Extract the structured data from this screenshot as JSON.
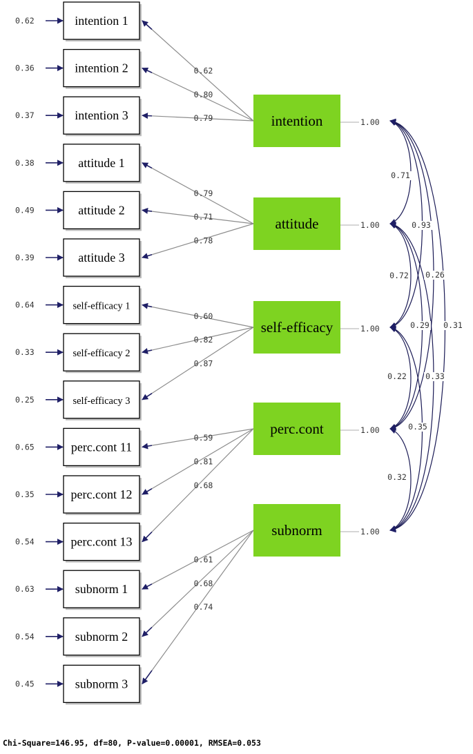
{
  "colors": {
    "latent_fill": "#7ed321",
    "arrow": "#1f1f66",
    "loading_line": "#8c8c8c"
  },
  "indicators": [
    {
      "label": "intention 1",
      "error": "0.62",
      "loading": "0.62",
      "factor": "intention"
    },
    {
      "label": "intention 2",
      "error": "0.36",
      "loading": "0.80",
      "factor": "intention"
    },
    {
      "label": "intention 3",
      "error": "0.37",
      "loading": "0.79",
      "factor": "intention"
    },
    {
      "label": "attitude 1",
      "error": "0.38",
      "loading": "0.79",
      "factor": "attitude"
    },
    {
      "label": "attitude 2",
      "error": "0.49",
      "loading": "0.71",
      "factor": "attitude"
    },
    {
      "label": "attitude 3",
      "error": "0.39",
      "loading": "0.78",
      "factor": "attitude"
    },
    {
      "label": "self-efficacy 1",
      "error": "0.64",
      "loading": "0.60",
      "factor": "self-efficacy"
    },
    {
      "label": "self-efficacy 2",
      "error": "0.33",
      "loading": "0.82",
      "factor": "self-efficacy"
    },
    {
      "label": "self-efficacy 3",
      "error": "0.25",
      "loading": "0.87",
      "factor": "self-efficacy"
    },
    {
      "label": "perc.cont 11",
      "error": "0.65",
      "loading": "0.59",
      "factor": "perc.cont"
    },
    {
      "label": "perc.cont 12",
      "error": "0.35",
      "loading": "0.81",
      "factor": "perc.cont"
    },
    {
      "label": "perc.cont 13",
      "error": "0.54",
      "loading": "0.68",
      "factor": "perc.cont"
    },
    {
      "label": "subnorm 1",
      "error": "0.63",
      "loading": "0.61",
      "factor": "subnorm"
    },
    {
      "label": "subnorm 2",
      "error": "0.54",
      "loading": "0.68",
      "factor": "subnorm"
    },
    {
      "label": "subnorm 3",
      "error": "0.45",
      "loading": "0.74",
      "factor": "subnorm"
    }
  ],
  "latents": [
    {
      "label": "intention",
      "variance": "1.00"
    },
    {
      "label": "attitude",
      "variance": "1.00"
    },
    {
      "label": "self-efficacy",
      "variance": "1.00"
    },
    {
      "label": "perc.cont",
      "variance": "1.00"
    },
    {
      "label": "subnorm",
      "variance": "1.00"
    }
  ],
  "covariances": [
    {
      "from": "intention",
      "to": "attitude",
      "value": "0.71"
    },
    {
      "from": "intention",
      "to": "self-efficacy",
      "value": "0.93"
    },
    {
      "from": "intention",
      "to": "perc.cont",
      "value": "0.26"
    },
    {
      "from": "intention",
      "to": "subnorm",
      "value": "0.31"
    },
    {
      "from": "attitude",
      "to": "self-efficacy",
      "value": "0.72"
    },
    {
      "from": "attitude",
      "to": "perc.cont",
      "value": "0.29"
    },
    {
      "from": "attitude",
      "to": "subnorm",
      "value": "0.33"
    },
    {
      "from": "self-efficacy",
      "to": "perc.cont",
      "value": "0.22"
    },
    {
      "from": "self-efficacy",
      "to": "subnorm",
      "value": "0.35"
    },
    {
      "from": "perc.cont",
      "to": "subnorm",
      "value": "0.32"
    }
  ],
  "fit_stats": "Chi-Square=146.95, df=80, P-value=0.00001, RMSEA=0.053"
}
